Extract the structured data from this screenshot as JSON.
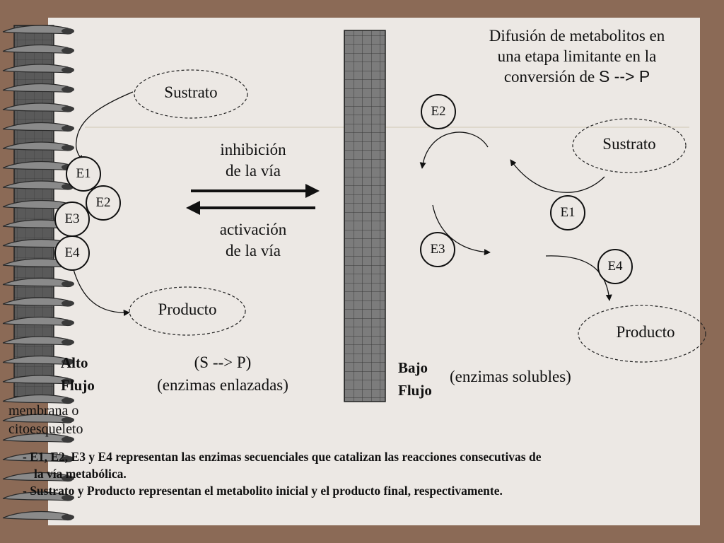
{
  "title": {
    "line1": "Difusión de metabolitos en",
    "line2": "una etapa limitante en la",
    "line3a": "conversión de ",
    "line3b": "S --> P"
  },
  "left": {
    "substrate": "Sustrato",
    "product": "Producto",
    "enzymes": [
      "E1",
      "E2",
      "E3",
      "E4"
    ],
    "flow_label": [
      "Alto",
      "Flujo"
    ],
    "reaction": "(S --> P)",
    "enzyme_type": "(enzimas enlazadas)",
    "membrane_label": [
      "membrana o",
      "citoesqueleto"
    ]
  },
  "middle": {
    "inhibition": [
      "inhibición",
      "de la vía"
    ],
    "activation": [
      "activación",
      "de la vía"
    ]
  },
  "right": {
    "substrate": "Sustrato",
    "product": "Producto",
    "enzymes": [
      "E1",
      "E2",
      "E3",
      "E4"
    ],
    "flow_label": [
      "Bajo",
      "Flujo"
    ],
    "enzyme_type": "(enzimas solubles)"
  },
  "notes": [
    "- E1, E2, E3 y E4 representan las enzimas secuenciales que catalizan las reacciones consecutivas de",
    "la vía metabólica.",
    "- Sustrato y Producto representan el metabolito inicial y el producto final, respectivamente."
  ]
}
